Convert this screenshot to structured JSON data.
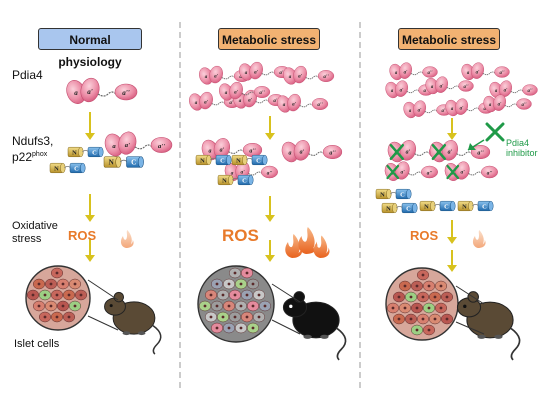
{
  "panels": [
    {
      "title": "Normal physiology",
      "color": "#a9c6ee",
      "ros": "ROS",
      "state": "normal"
    },
    {
      "title": "Metabolic stress",
      "color": "#f2b272",
      "ros": "ROS",
      "state": "stress"
    },
    {
      "title": "Metabolic stress",
      "color": "#f2b272",
      "ros": "ROS",
      "state": "inhibited"
    }
  ],
  "row_labels": {
    "pdia4": "Pdia4",
    "ndufs_line1": "Ndufs3,",
    "ndufs_line2": "p22",
    "ndufs_sup": "phox",
    "oxidative_line1": "Oxidative",
    "oxidative_line2": "stress",
    "islet": "Islet cells"
  },
  "domain_labels": {
    "a": "a",
    "a_prime": "a'",
    "a_double_prime": "a''",
    "n": "N",
    "c": "C"
  },
  "inhibitor": {
    "line1": "Pdia4",
    "line2": "inhibitor"
  },
  "colors": {
    "pdia4": "#e06a8c",
    "pdia4_light": "#f4b8c6",
    "n_term": "#c8a43a",
    "c_term": "#2f7fc2",
    "ros": "#e87a2a",
    "arrow": "#d8c21e",
    "inhibit": "#1f9a48",
    "divider": "#aaaaaa"
  }
}
